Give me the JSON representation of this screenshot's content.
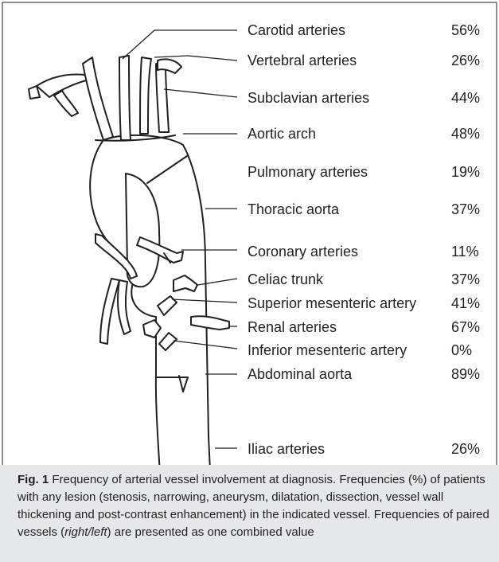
{
  "vessels": [
    {
      "label": "Carotid arteries",
      "percent": "56%"
    },
    {
      "label": "Vertebral arteries",
      "percent": "26%"
    },
    {
      "label": "Subclavian arteries",
      "percent": "44%"
    },
    {
      "label": "Aortic arch",
      "percent": "48%"
    },
    {
      "label": "Pulmonary arteries",
      "percent": "19%"
    },
    {
      "label": "Thoracic aorta",
      "percent": "37%"
    },
    {
      "label": "Coronary arteries",
      "percent": "11%"
    },
    {
      "label": "Celiac trunk",
      "percent": "37%"
    },
    {
      "label": "Superior mesenteric artery",
      "percent": "41%"
    },
    {
      "label": "Renal arteries",
      "percent": "67%"
    },
    {
      "label": "Inferior mesenteric artery",
      "percent": "0%"
    },
    {
      "label": "Abdominal aorta",
      "percent": "89%"
    },
    {
      "label": "Iliac arteries",
      "percent": "26%"
    }
  ],
  "caption": {
    "fig_label": "Fig. 1",
    "text_part1": " Frequency of arterial vessel involvement at diagnosis. Frequencies (%) of patients with any lesion (stenosis, narrowing, aneurysm, dilatation, dissection, vessel wall thickening and post-contrast enhancement) in the indicated vessel. Frequencies of paired vessels (",
    "text_italic": "right/left",
    "text_part2": ") are presented as one combined value"
  }
}
